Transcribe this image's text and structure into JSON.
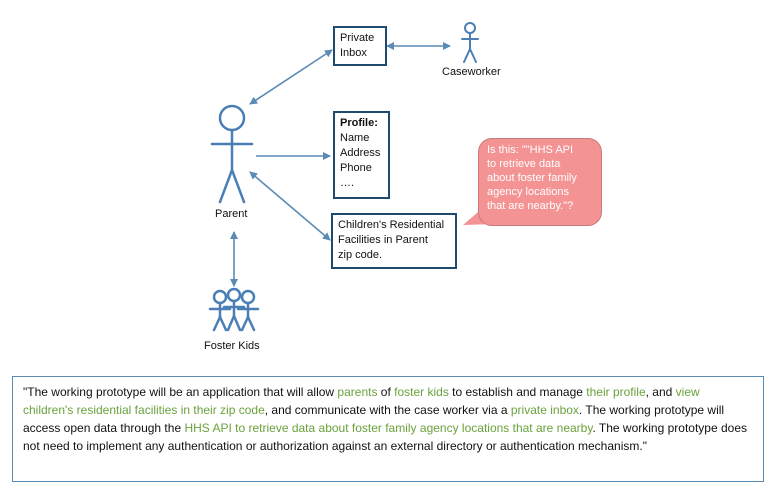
{
  "diagram": {
    "actors": {
      "parent": "Parent",
      "caseworker": "Caseworker",
      "foster_kids": "Foster Kids"
    },
    "private_inbox": [
      "Private",
      "Inbox"
    ],
    "profile": {
      "heading": "Profile:",
      "fields": [
        "Name",
        "Address",
        "Phone",
        "…."
      ]
    },
    "facilities": [
      "Children's Residential",
      "Facilities in Parent",
      "zip code."
    ],
    "callout": [
      "Is this: \"\"HHS API",
      "to retrieve data",
      "about foster family",
      "agency locations",
      "that are nearby.\"?"
    ],
    "colors": {
      "figure": "#4a7fb5",
      "arrow": "#5b8bb5",
      "box_border": "#1f4a6e",
      "callout_fill": "#f49393",
      "highlight": "#6aa23c"
    }
  },
  "caption": {
    "seg0": "\"The working prototype will be an application that will allow ",
    "hl1": "parents",
    "seg1": " of ",
    "hl2": "foster kids",
    "seg2": " to establish and manage ",
    "hl3": "their profile",
    "seg3": ", and ",
    "hl4": "view children's residential facilities in their zip code",
    "seg4": ", and communicate with the case worker via a ",
    "hl5": "private inbox",
    "seg5": ". The working prototype will access open data through the ",
    "hl6": "HHS API to retrieve data about foster family agency locations that are nearby",
    "seg6": ". The working prototype does not need to implement any authentication or authorization against an external directory or authentication mechanism.\""
  }
}
